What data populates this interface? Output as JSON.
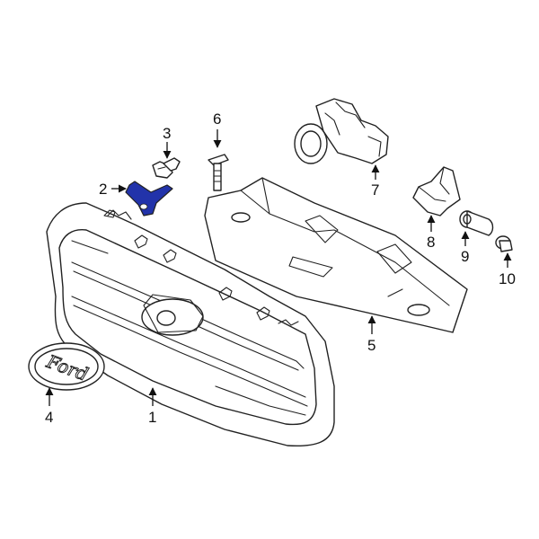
{
  "diagram": {
    "highlight_color": "#2233aa",
    "line_color": "#222222",
    "background": "#ffffff",
    "logo_text": "Ford",
    "callouts": {
      "c1": "1",
      "c2": "2",
      "c3": "3",
      "c4": "4",
      "c5": "5",
      "c6": "6",
      "c7": "7",
      "c8": "8",
      "c9": "9",
      "c10": "10"
    }
  }
}
